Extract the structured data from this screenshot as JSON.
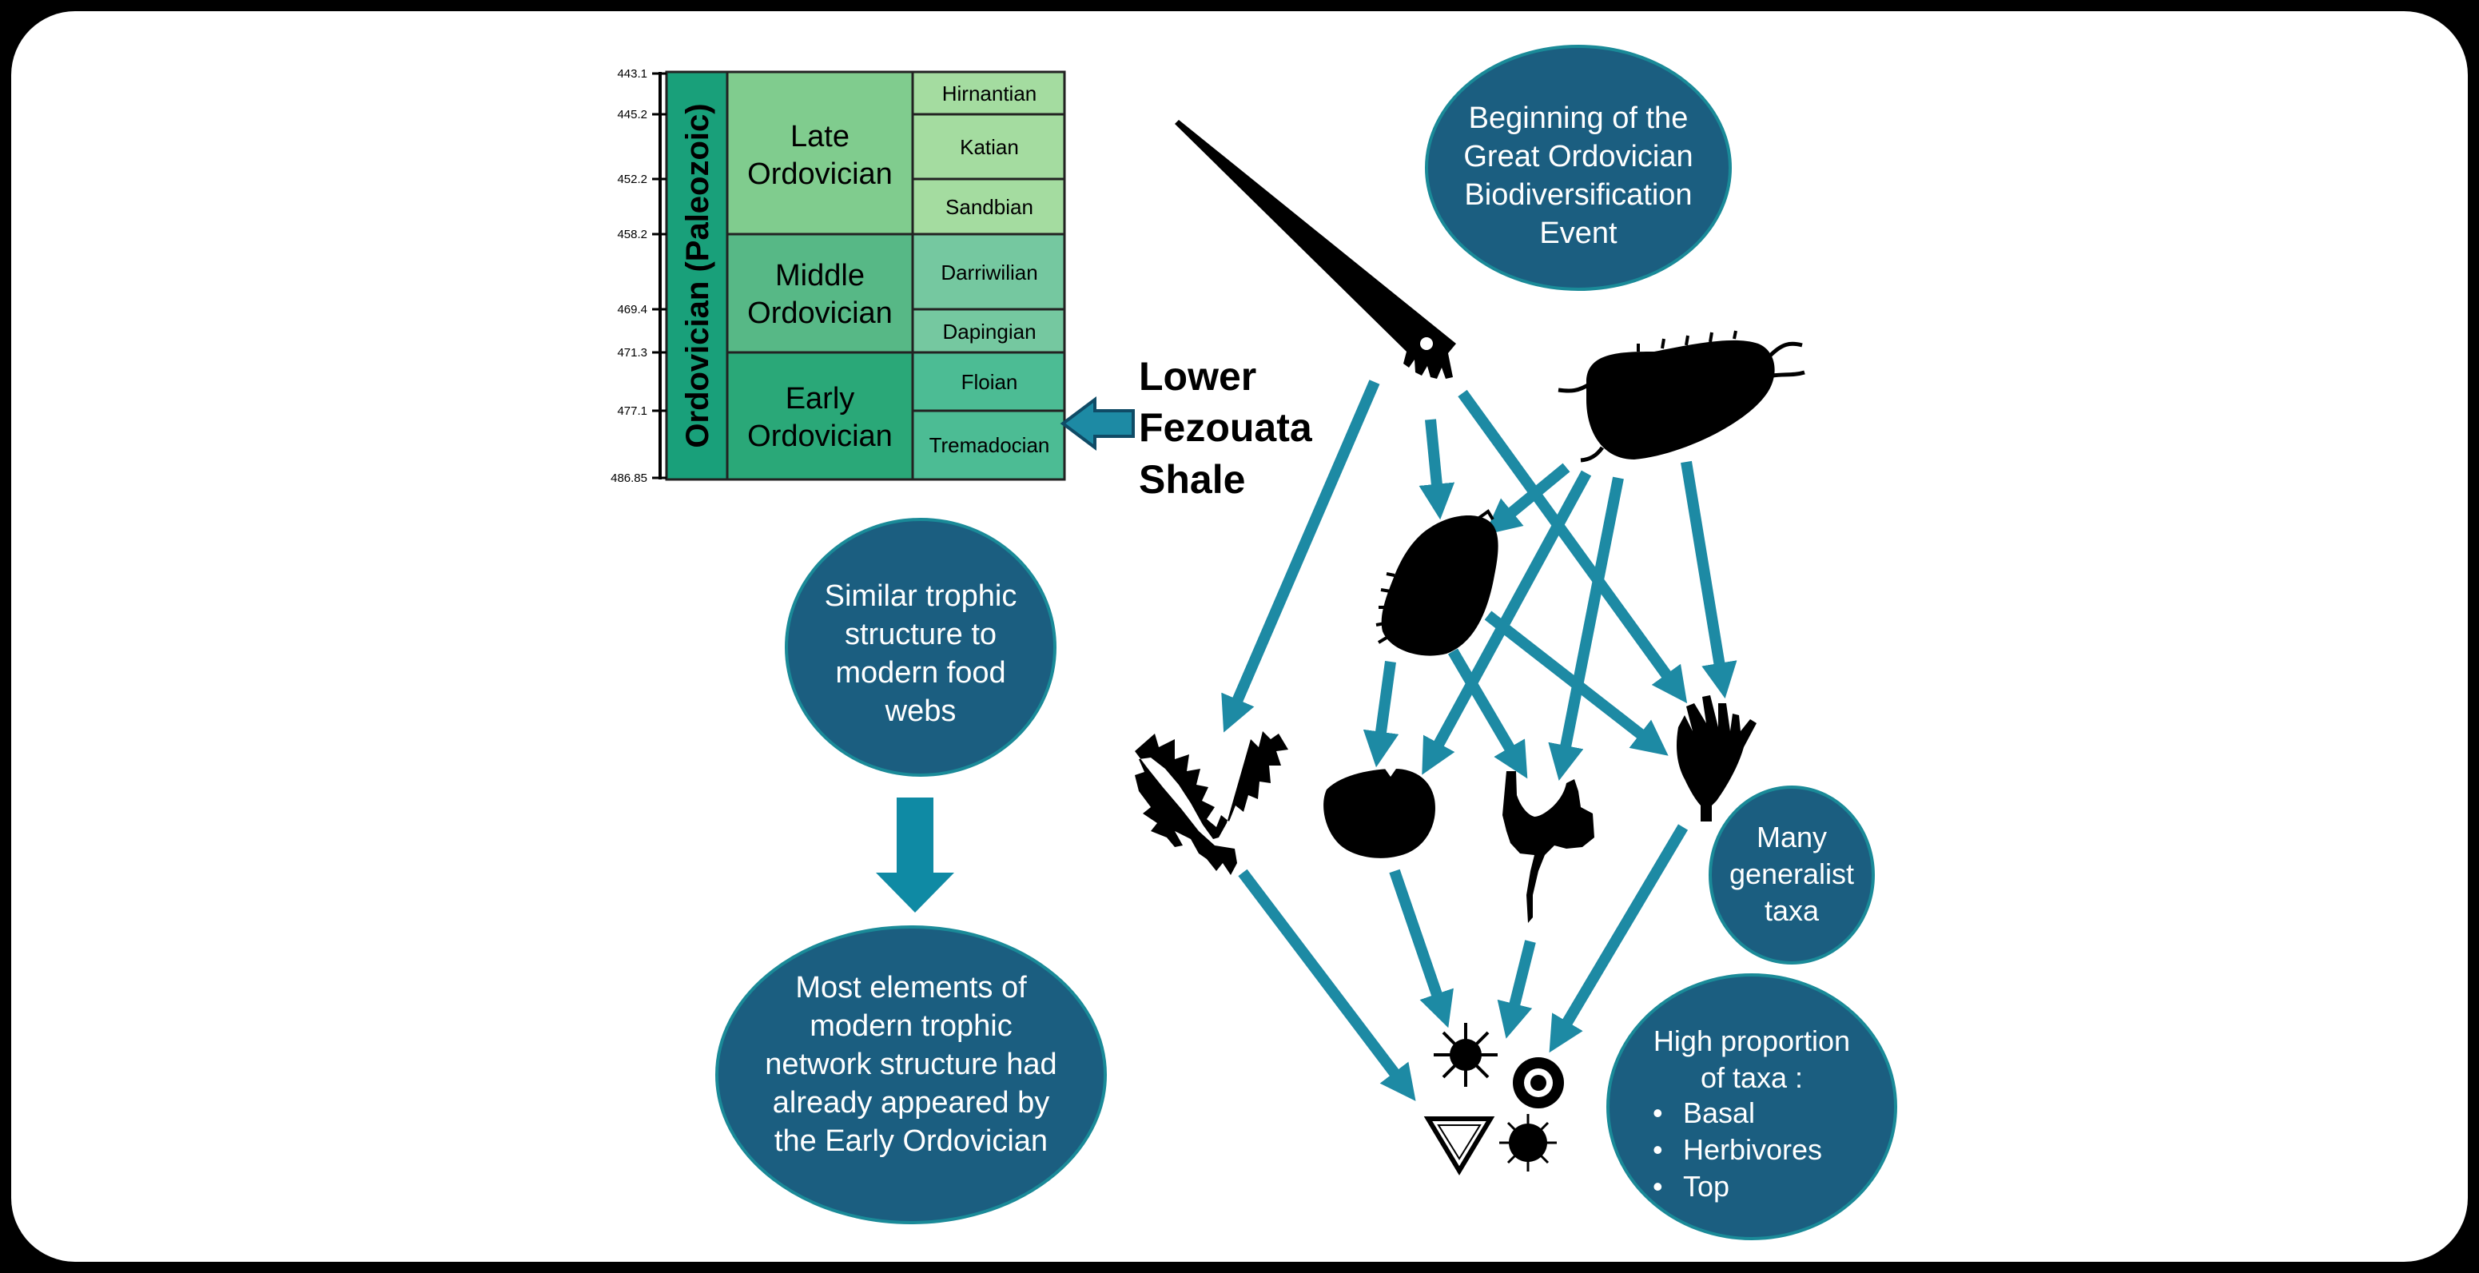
{
  "timescale": {
    "period_label": "Ordovician (Paleozoic)",
    "epochs": [
      {
        "line1": "Late",
        "line2": "Ordovician"
      },
      {
        "line1": "Middle",
        "line2": "Ordovician"
      },
      {
        "line1": "Early",
        "line2": "Ordovician"
      }
    ],
    "stages": [
      "Hirnantian",
      "Katian",
      "Sandbian",
      "Darriwilian",
      "Dapingian",
      "Floian",
      "Tremadocian"
    ],
    "ages": [
      "443.1",
      "445.2",
      "452.2",
      "458.2",
      "469.4",
      "471.3",
      "477.1",
      "486.85"
    ],
    "colors": {
      "period": "#19a07a",
      "late": "#80cc8e",
      "middle": "#57b886",
      "early": "#2aa878",
      "stage_late": "#a4dca0",
      "stage_middle": "#75c8a0",
      "stage_early": "#4cbc94"
    }
  },
  "formation_label": {
    "line1": "Lower",
    "line2": "Fezouata",
    "line3": "Shale"
  },
  "bubbles": {
    "beginning": [
      "Beginning of the",
      "Great Ordovician",
      "Biodiversification",
      "Event"
    ],
    "similar": [
      "Similar trophic",
      "structure to",
      "modern food",
      "webs"
    ],
    "most": [
      "Most elements of",
      "modern trophic",
      "network structure had",
      "already appeared by",
      "the Early Ordovician"
    ],
    "generalist": [
      "Many",
      "generalist",
      "taxa"
    ],
    "proportion": {
      "title_line1": "High proportion",
      "title_line2": "of taxa :",
      "bullets": [
        "Basal",
        "Herbivores",
        "Top"
      ]
    }
  },
  "organisms": [
    "conodont-element",
    "arthropod",
    "trilobite",
    "conodont-pair",
    "brachiopod",
    "echinoderm",
    "crinoid",
    "plankton"
  ],
  "colors": {
    "bubble": "#1b5e80",
    "arrow": "#1d8aa4",
    "silhouette": "#000000"
  }
}
